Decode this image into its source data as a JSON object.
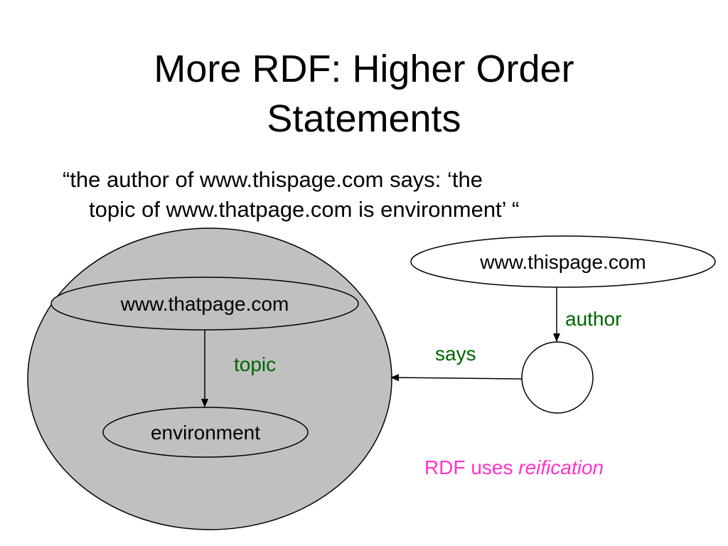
{
  "slide": {
    "title_line1": "More RDF: Higher Order",
    "title_line2": "Statements",
    "quote_line1": "“the author of www.thispage.com says: ‘the",
    "quote_line2": "topic of www.thatpage.com is environment’ “"
  },
  "diagram": {
    "nodes": {
      "thispage": "www.thispage.com",
      "thatpage": "www.thatpage.com",
      "environment": "environment"
    },
    "edges": {
      "author": "author",
      "says": "says",
      "topic": "topic"
    }
  },
  "note": {
    "prefix": "RDF uses ",
    "emphasis": "reification"
  },
  "colors": {
    "edge_label": "#006400",
    "note": "#ff33cc",
    "statement_group_fill": "#c0c0c0",
    "node_fill": "#ffffff",
    "stroke": "#000000"
  }
}
